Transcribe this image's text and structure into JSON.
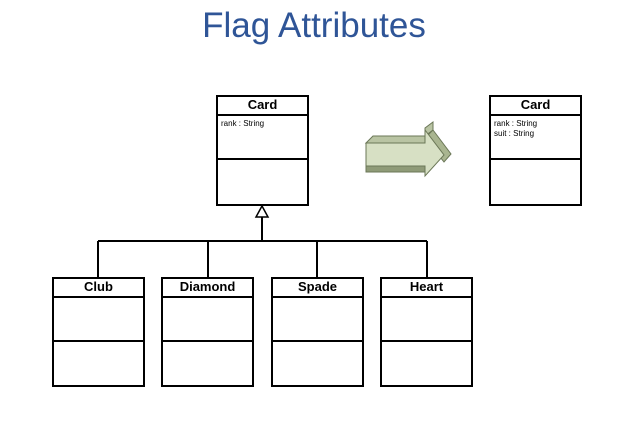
{
  "title": "Flag Attributes",
  "classes": {
    "card_left": {
      "name": "Card",
      "attributes": [
        "rank : String"
      ]
    },
    "card_right": {
      "name": "Card",
      "attributes": [
        "rank : String",
        "suit : String"
      ]
    },
    "club": {
      "name": "Club"
    },
    "diamond": {
      "name": "Diamond"
    },
    "spade": {
      "name": "Spade"
    },
    "heart": {
      "name": "Heart"
    }
  },
  "colors": {
    "title": "#2f5597",
    "arrow_fill": "#d7e0c4",
    "arrow_stroke": "#6b7757"
  }
}
